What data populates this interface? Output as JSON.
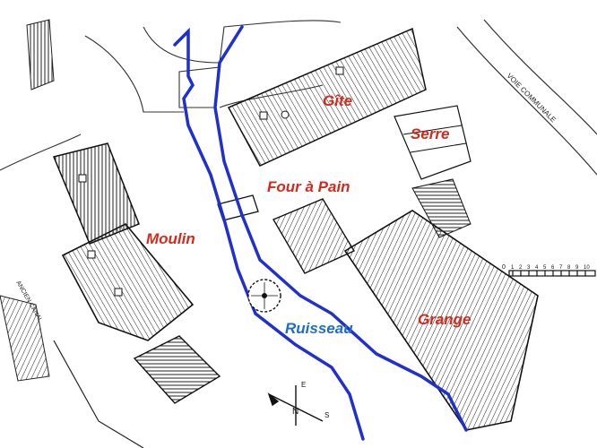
{
  "labels": {
    "gite": "Gîte",
    "serre": "Serre",
    "four": "Four à Pain",
    "moulin": "Moulin",
    "ruisseau": "Ruisseau",
    "grange": "Grange"
  },
  "annotations": {
    "road": "VOIE COMMUNALE",
    "canal": "ANCIEN CANAL"
  },
  "compass": {
    "east": "E",
    "north": "N",
    "south": "S"
  },
  "scale": {
    "start": "0",
    "marks": [
      "1",
      "2",
      "3",
      "4",
      "5",
      "6",
      "7",
      "8",
      "9",
      "10"
    ]
  },
  "colors": {
    "building_label": "#d42a1c",
    "stream": "#1f2fd0",
    "stream_label": "#1e6fc4",
    "ink": "#1a1a1a",
    "paper": "#ffffff"
  }
}
